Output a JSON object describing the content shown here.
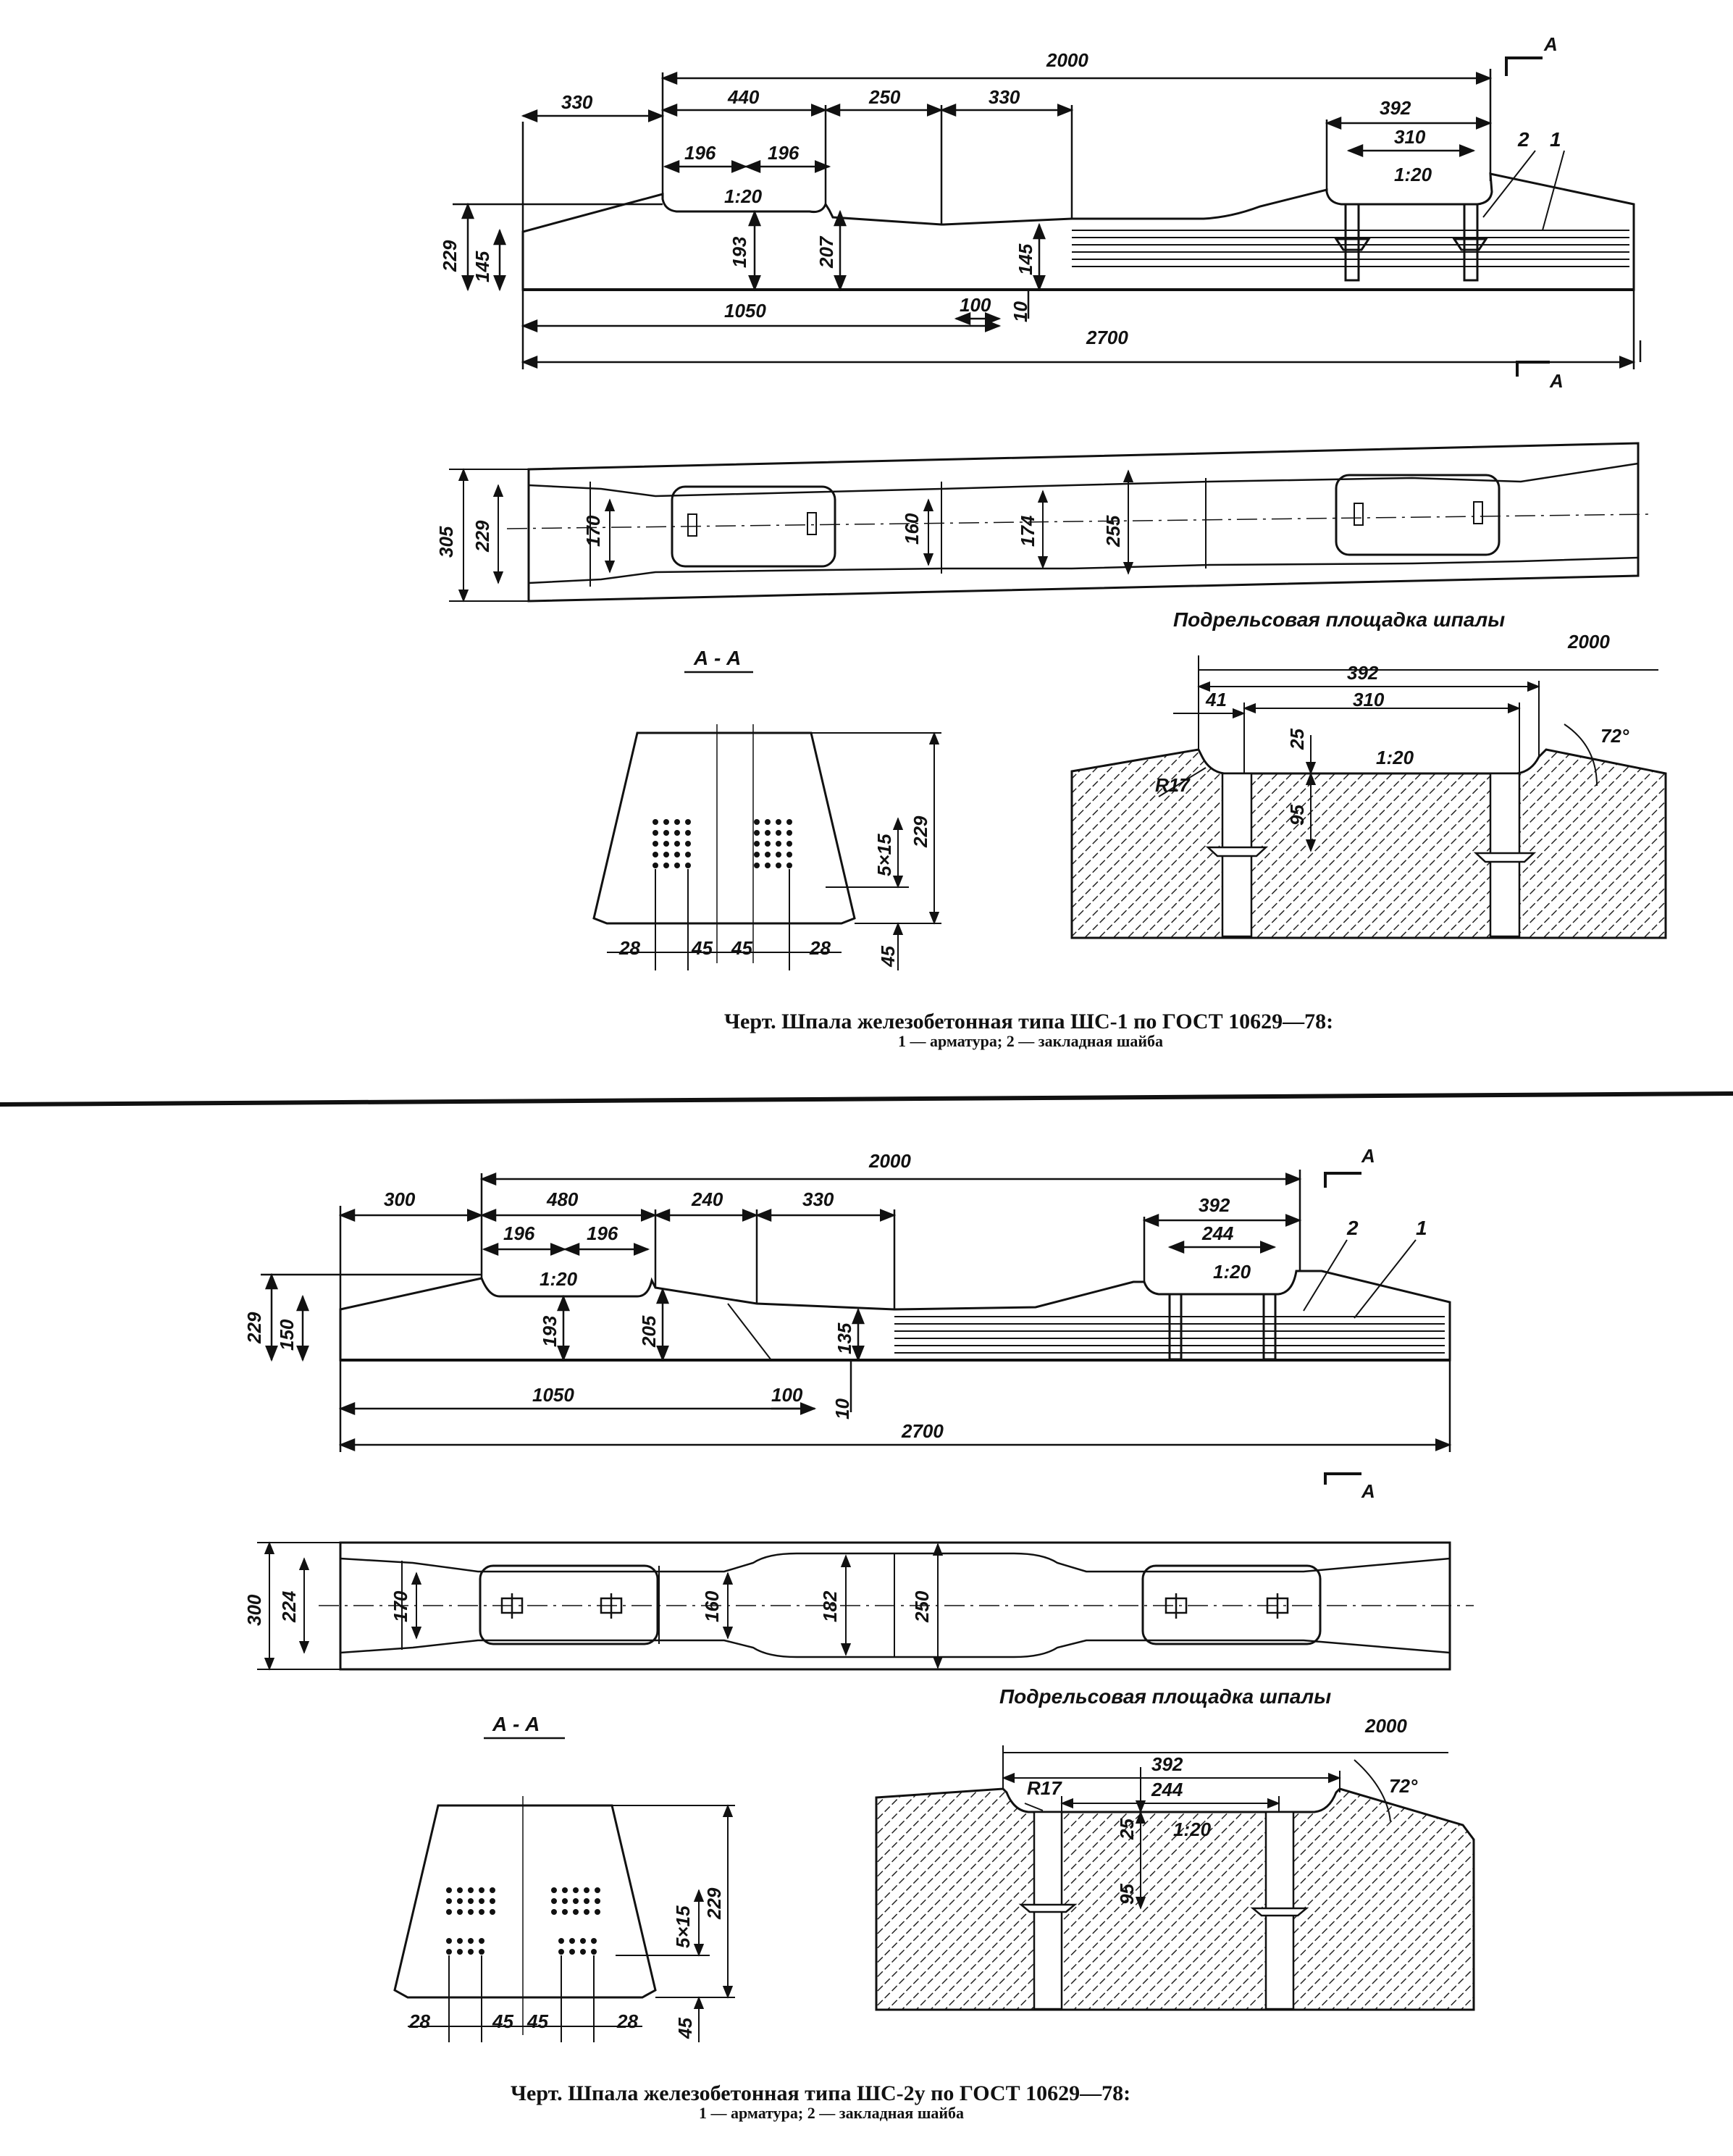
{
  "drawing_1": {
    "elevation": {
      "dims": [
        "2000",
        "330",
        "440",
        "250",
        "330",
        "392",
        "310",
        "196",
        "196",
        "1:20",
        "1:20",
        "229",
        "145",
        "193",
        "207",
        "145",
        "1050",
        "100",
        "10",
        "2700"
      ],
      "section_mark": "A",
      "callouts": [
        "2",
        "1"
      ]
    },
    "plan": {
      "dims": [
        "305",
        "229",
        "170",
        "160",
        "174",
        "255"
      ]
    },
    "subrail_title": "Подрельсовая площадка шпалы",
    "section_title": "А - А",
    "cross_section": {
      "dims": [
        "229",
        "5×15",
        "28",
        "45",
        "45",
        "28",
        "45"
      ]
    },
    "detail": {
      "dims": [
        "2000",
        "392",
        "41",
        "310",
        "25",
        "1:20",
        "R17",
        "95",
        "72°"
      ]
    },
    "caption_line1": "Черт.    Шпала железобетонная типа ШС-1 по ГОСТ 10629—78:",
    "caption_line2": "1 — арматура; 2 — закладная шайба"
  },
  "drawing_2": {
    "elevation": {
      "dims": [
        "2000",
        "300",
        "480",
        "240",
        "330",
        "392",
        "244",
        "196",
        "196",
        "1:20",
        "1:20",
        "229",
        "150",
        "193",
        "205",
        "135",
        "1050",
        "100",
        "10",
        "2700"
      ],
      "section_mark": "A",
      "callouts": [
        "2",
        "1"
      ]
    },
    "plan": {
      "dims": [
        "300",
        "224",
        "170",
        "160",
        "182",
        "250"
      ]
    },
    "subrail_title": "Подрельсовая площадка шпалы",
    "section_title": "А - А",
    "cross_section": {
      "dims": [
        "229",
        "5×15",
        "28",
        "45",
        "45",
        "28",
        "45"
      ]
    },
    "detail": {
      "dims": [
        "2000",
        "392",
        "R17",
        "244",
        "25",
        "1:20",
        "95",
        "72°"
      ]
    },
    "caption_line1": "Черт.    Шпала железобетонная типа ШС-2у по ГОСТ 10629—78:",
    "caption_line2": "1 — арматура; 2 — закладная шайба"
  }
}
